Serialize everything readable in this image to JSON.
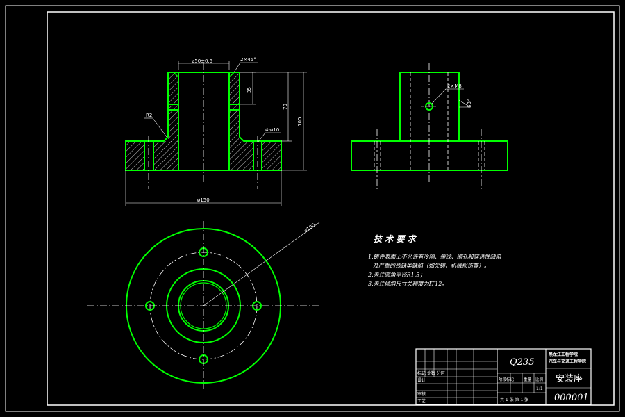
{
  "drawing": {
    "dimensions": {
      "bore_dia": "ø50±0.5",
      "chamfer": "2×45°",
      "dim_35": "35",
      "dim_70": "70",
      "dim_100": "100",
      "holes": "4-ø10",
      "fillet": "R2",
      "outer_dia": "ø150",
      "side_hole": "2×M8",
      "angle": "63°",
      "pcd": "ø100"
    },
    "tech_req": {
      "title": "技 术 要 求",
      "line1": "1.铸件表面上不允许有冷隔、裂纹、缩孔和穿透性缺陷",
      "line2": "及严重的残缺类缺陷（如欠铸、机械损伤等）。",
      "line3": "2.未注圆角半径R1.5；",
      "line4": "3.未注倾斜尺寸关精度为IT12。"
    },
    "title_block": {
      "material": "Q235",
      "school1": "黑龙江工程学院",
      "school2": "汽车与交通工程学院",
      "part_name": "安装座",
      "drawing_no": "000001",
      "row_label1": "标记 处数 分区",
      "row_label2": "设计",
      "row_label3": "审核",
      "row_label4": "工艺",
      "stage": "阶段标记",
      "weight": "重量",
      "scale_label": "比例",
      "scale": "1:1",
      "sheets": "共 1 张  第 1 张"
    }
  }
}
